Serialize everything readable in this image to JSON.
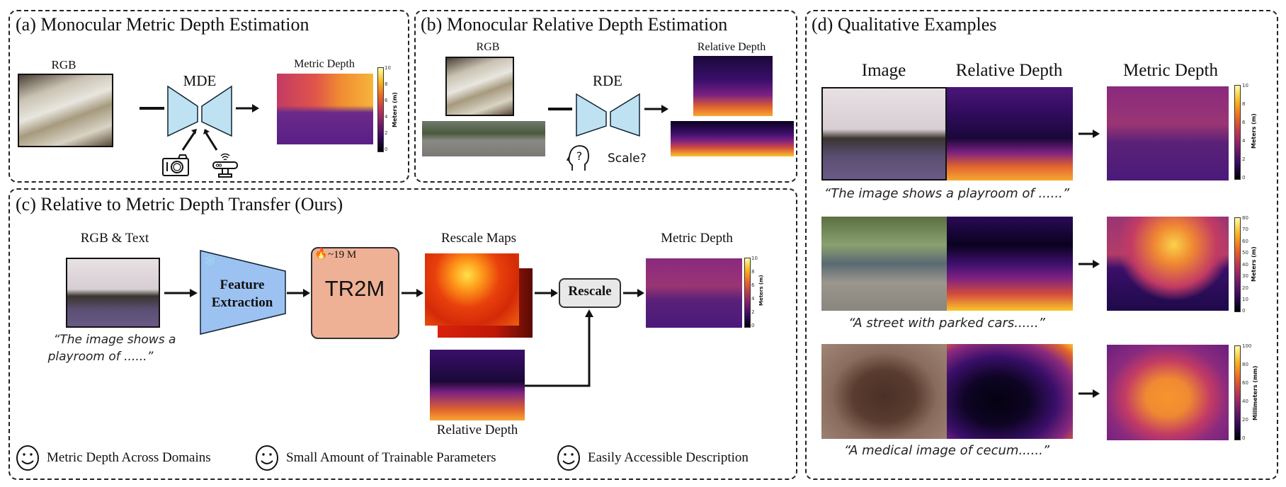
{
  "panels": {
    "a": {
      "title": "(a) Monocular Metric Depth Estimation",
      "rgb_label": "RGB",
      "model_label": "MDE",
      "output_label": "Metric Depth",
      "colorbar": {
        "title": "Meters (m)",
        "ticks": [
          "0",
          "2",
          "4",
          "6",
          "8",
          "10"
        ]
      },
      "inputs_icons": [
        "camera-icon",
        "lidar-sensor-icon"
      ]
    },
    "b": {
      "title": "(b) Monocular Relative Depth Estimation",
      "rgb_label": "RGB",
      "model_label": "RDE",
      "output_label": "Relative Depth",
      "question_label": "Scale?"
    },
    "c": {
      "title": "(c) Relative to Metric Depth Transfer (Ours)",
      "input_label": "RGB & Text",
      "input_caption_line1": "“The image shows a",
      "input_caption_line2": "playroom of ......”",
      "feature_label_line1": "Feature",
      "feature_label_line2": "Extraction",
      "model_params": "~19 M",
      "model_label": "TR2M",
      "rescale_maps_label": "Rescale Maps",
      "rescale_label": "Rescale",
      "relative_depth_label": "Relative Depth",
      "output_label": "Metric Depth",
      "colorbar": {
        "title": "Meters (m)",
        "ticks": [
          "0",
          "2",
          "4",
          "6",
          "8",
          "10"
        ]
      },
      "benefits": [
        "Metric Depth Across Domains",
        "Small Amount of Trainable Parameters",
        "Easily Accessible Description"
      ],
      "colors": {
        "feature_fill": "#9cc2f2",
        "tr2m_fill": "#efb195",
        "rescale_fill": "#e8e8e8",
        "mde_fill": "#bfe2f2"
      }
    },
    "d": {
      "title": "(d) Qualitative Examples",
      "headers": [
        "Image",
        "Relative Depth",
        "Metric Depth"
      ],
      "rows": [
        {
          "caption": "“The image shows a playroom of ......”",
          "colorbar": {
            "title": "Meters (m)",
            "ticks": [
              "0",
              "2",
              "4",
              "6",
              "8",
              "10"
            ]
          }
        },
        {
          "caption": "“A street with parked cars......”",
          "colorbar": {
            "title": "Meters (m)",
            "ticks": [
              "0",
              "10",
              "20",
              "30",
              "40",
              "50",
              "60",
              "70",
              "80"
            ]
          }
        },
        {
          "caption": "“A medical image of cecum......”",
          "colorbar": {
            "title": "Millimeters (mm)",
            "ticks": [
              "0",
              "20",
              "40",
              "60",
              "80",
              "100"
            ]
          }
        }
      ]
    }
  }
}
